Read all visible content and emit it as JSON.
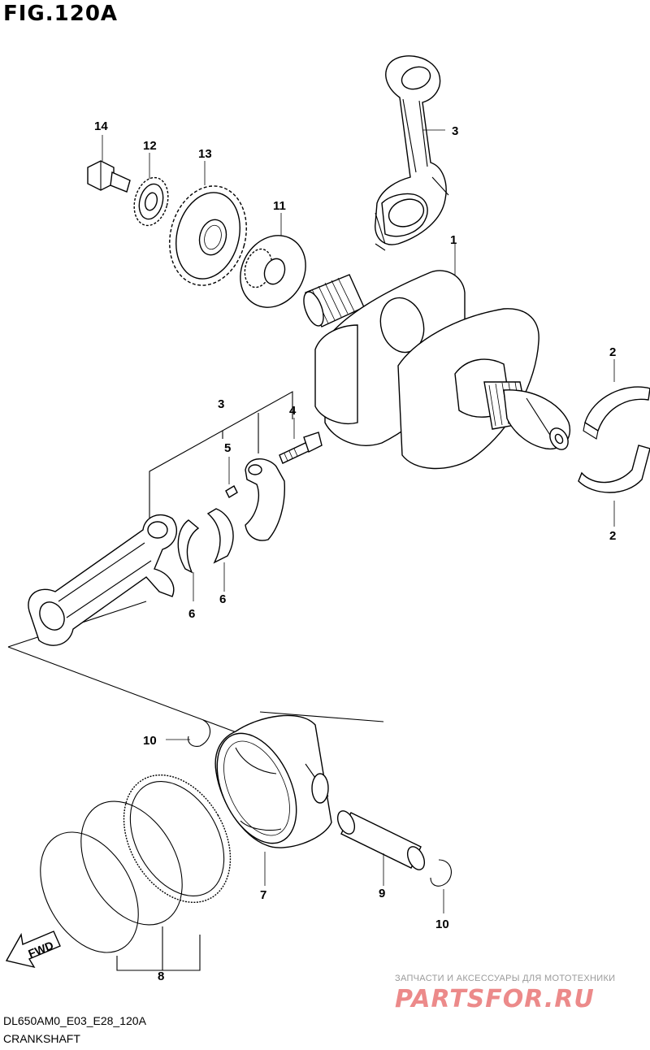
{
  "figure": {
    "title": "FIG.120A",
    "code": "DL650AM0_E03_E28_120A",
    "name": "CRANKSHAFT",
    "fwd_label": "FWD"
  },
  "callouts": [
    "1",
    "2",
    "2",
    "3",
    "3",
    "4",
    "5",
    "6",
    "6",
    "7",
    "8",
    "9",
    "10",
    "10",
    "11",
    "12",
    "13",
    "14"
  ],
  "watermark": {
    "line1": "ЗАПЧАСТИ И АКСЕССУАРЫ ДЛЯ МОТОТЕХНИКИ",
    "logo": "PARTSFOR.RU",
    "color": "#ec8a8a"
  }
}
